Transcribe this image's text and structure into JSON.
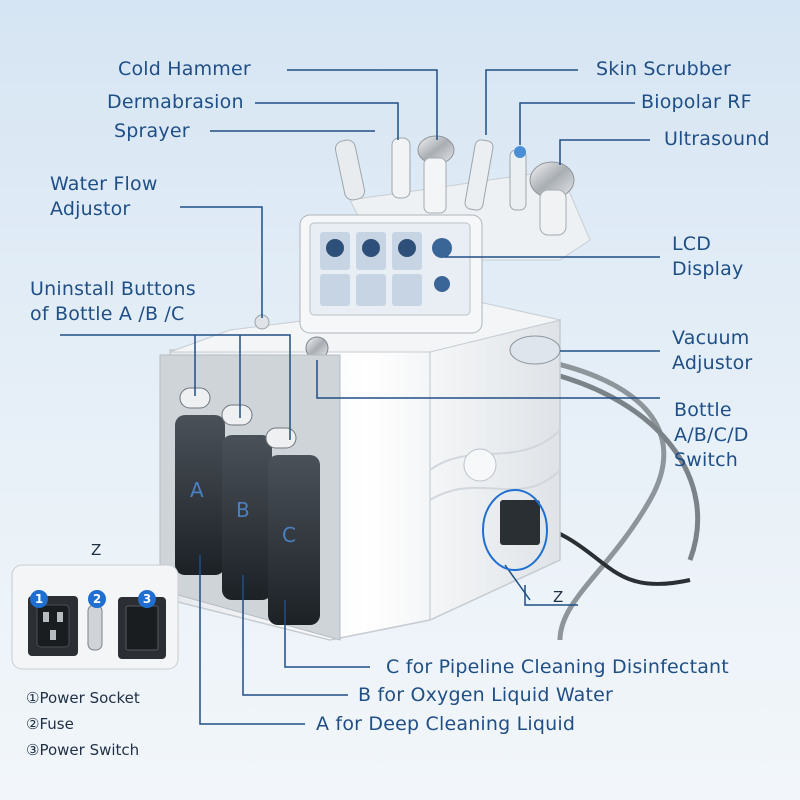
{
  "labels": {
    "cold_hammer": "Cold Hammer",
    "dermabrasion": "Dermabrasion",
    "sprayer": "Sprayer",
    "water_flow": "Water Flow\nAdjustor",
    "uninstall": "Uninstall Buttons\nof Bottle A /B /C",
    "skin_scrubber": "Skin Scrubber",
    "biopolar": "Biopolar RF",
    "ultrasound": "Ultrasound",
    "lcd": "LCD\nDisplay",
    "vacuum": "Vacuum\nAdjustor",
    "bottle_switch": "Bottle\nA/B/C/D\nSwitch",
    "z_right": "Z",
    "z_left": "Z",
    "bottle_c": "C for Pipeline Cleaning Disinfectant",
    "bottle_b": "B for Oxygen Liquid Water",
    "bottle_a": "A for Deep Cleaning Liquid"
  },
  "bottle_letters": [
    "A",
    "B",
    "C"
  ],
  "legend": {
    "markers": [
      "1",
      "2",
      "3"
    ],
    "items": [
      "①Power Socket",
      "②Fuse",
      "③Power Switch"
    ]
  },
  "colors": {
    "label": "#1f4f86",
    "marker": "#1e6fd0"
  }
}
